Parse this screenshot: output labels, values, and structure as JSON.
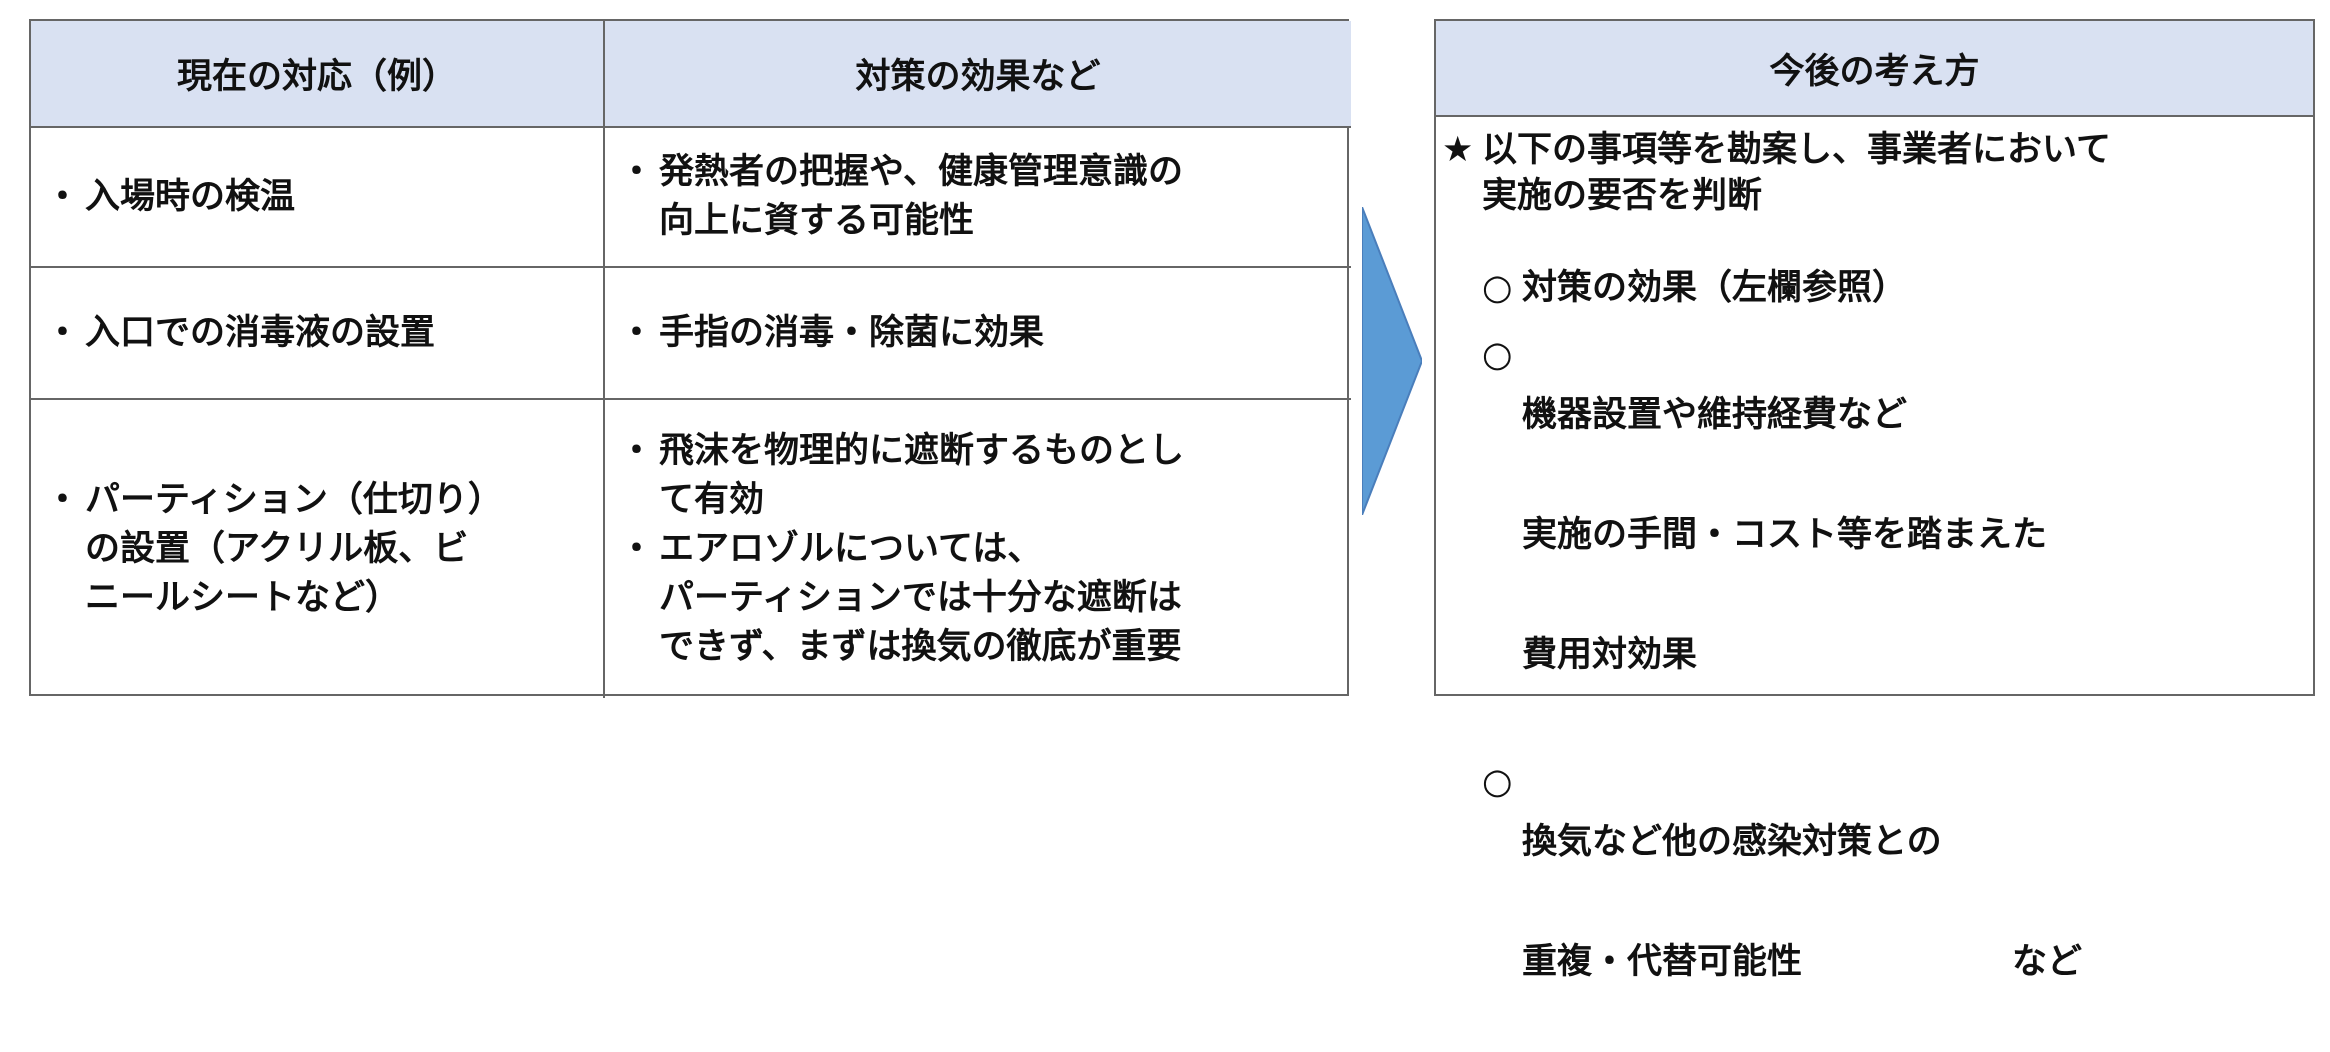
{
  "left_table": {
    "headers": [
      "現在の対応（例）",
      "対策の効果など"
    ],
    "rows": [
      {
        "measure": "入場時の検温",
        "effects": [
          "発熱者の把握や、健康管理意識の\n向上に資する可能性"
        ]
      },
      {
        "measure": "入口での消毒液の設置",
        "effects": [
          "手指の消毒・除菌に効果"
        ]
      },
      {
        "measure": "パーティション（仕切り）\nの設置（アクリル板、ビ\nニールシートなど）",
        "effects": [
          "飛沫を物理的に遮断するものとし\nて有効",
          "エアロゾルについては、\nパーティションでは十分な遮断は\nできず、まずは換気の徹底が重要"
        ]
      }
    ]
  },
  "right_panel": {
    "header": "今後の考え方",
    "lead_mark": "★",
    "lead": "以下の事項等を勘案し、事業者において\n実施の要否を判断",
    "options_mark": "○",
    "options": [
      {
        "lines": [
          "対策の効果（左欄参照）"
        ]
      },
      {
        "lines": [
          "機器設置や維持経費など",
          "実施の手間・コスト等を踏まえた",
          "費用対効果"
        ]
      },
      {
        "lines": [
          "換気など他の感染対策との",
          "重複・代替可能性"
        ]
      }
    ],
    "trailing": "など"
  },
  "colors": {
    "header_bg": "#d9e1f2",
    "arrow_fill": "#5b9bd5",
    "border": "#666666"
  }
}
